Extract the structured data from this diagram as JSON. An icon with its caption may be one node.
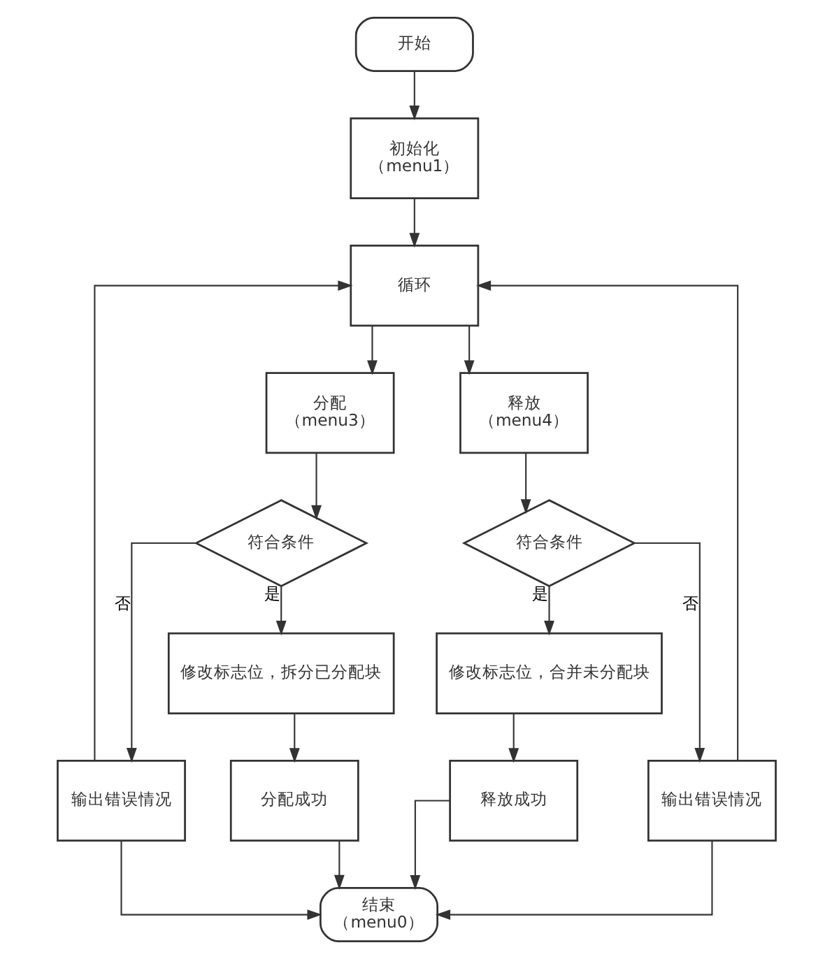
{
  "diagram": {
    "nodes": [
      {
        "text": [
          "开始"
        ]
      },
      {
        "text": [
          "初始化",
          "（menu1）"
        ]
      },
      {
        "text": [
          "循环"
        ]
      },
      {
        "text": [
          "分配",
          "（menu3）"
        ]
      },
      {
        "text": [
          "释放",
          "（menu4）"
        ]
      },
      {
        "text": [
          "符合条件"
        ]
      },
      {
        "text": [
          "符合条件"
        ]
      },
      {
        "text": [
          "修改标志位，拆分已分配块"
        ]
      },
      {
        "text": [
          "修改标志位，合并未分配块"
        ]
      },
      {
        "text": [
          "输出错误情况"
        ]
      },
      {
        "text": [
          "分配成功"
        ]
      },
      {
        "text": [
          "释放成功"
        ]
      },
      {
        "text": [
          "输出错误情况"
        ]
      },
      {
        "text": [
          "结束",
          "（menu0）"
        ]
      }
    ],
    "edges": [
      {
        "from": 0,
        "to": 1,
        "arrow": "to"
      },
      {
        "from": 1,
        "to": 2,
        "arrow": "to"
      },
      {
        "from": 2,
        "to": 3,
        "arrow": "to"
      },
      {
        "from": 2,
        "to": 4,
        "arrow": "to"
      },
      {
        "from": 3,
        "to": 5,
        "arrow": "to"
      },
      {
        "from": 4,
        "to": 6,
        "arrow": "to"
      },
      {
        "from": 5,
        "to": 9,
        "arrow": "to",
        "label": "否"
      },
      {
        "from": 5,
        "to": 7,
        "arrow": "to",
        "label": "是"
      },
      {
        "from": 6,
        "to": 8,
        "arrow": "to",
        "label": "是"
      },
      {
        "from": 6,
        "to": 12,
        "arrow": "to",
        "label": "否"
      },
      {
        "from": 7,
        "to": 10,
        "arrow": "to"
      },
      {
        "from": 8,
        "to": 11,
        "arrow": "to"
      },
      {
        "from": 9,
        "to": 13,
        "arrow": "to"
      },
      {
        "from": 10,
        "to": 13,
        "arrow": "to"
      },
      {
        "from": 11,
        "to": 13,
        "arrow": "to"
      },
      {
        "from": 12,
        "to": 13,
        "arrow": "to"
      },
      {
        "from": 9,
        "to": 2,
        "arrow": "to"
      },
      {
        "from": 12,
        "to": 2,
        "arrow": "to"
      }
    ]
  }
}
